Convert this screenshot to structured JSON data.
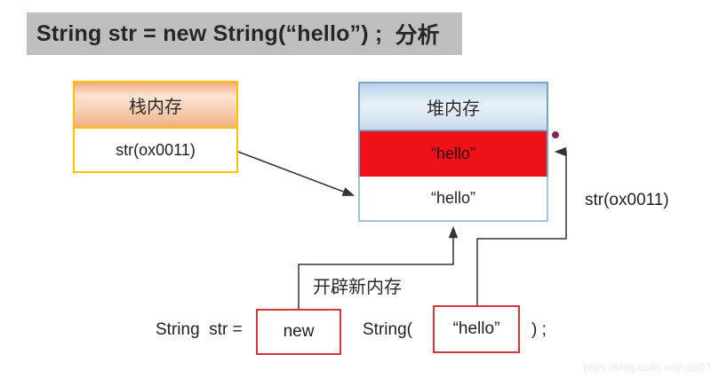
{
  "title": {
    "code": "String str = new String(“hello”) ;",
    "suffix": "分析"
  },
  "stack_box": {
    "header": "栈内存",
    "cell": "str(ox0011)"
  },
  "heap_box": {
    "header": "堆内存",
    "red_cell": "“hello”",
    "white_cell": "“hello”"
  },
  "right_label": "str(ox0011)",
  "annotation": "开辟新内存",
  "code_line": {
    "prefix": "String  str =",
    "new_box": "new",
    "middle": "String(",
    "hello_box": "“hello”",
    "suffix": ") ;"
  },
  "watermark": "https://blog.csdn.net/rain07",
  "colors": {
    "title_background": "#bfbfbf",
    "stack_border": "#ffc000",
    "heap_border": "#7ba2c9",
    "heap_red_fill": "#ee1117",
    "code_box_border": "#d93438",
    "arrow_line": "#333333",
    "dot": "#7d2b4c"
  }
}
